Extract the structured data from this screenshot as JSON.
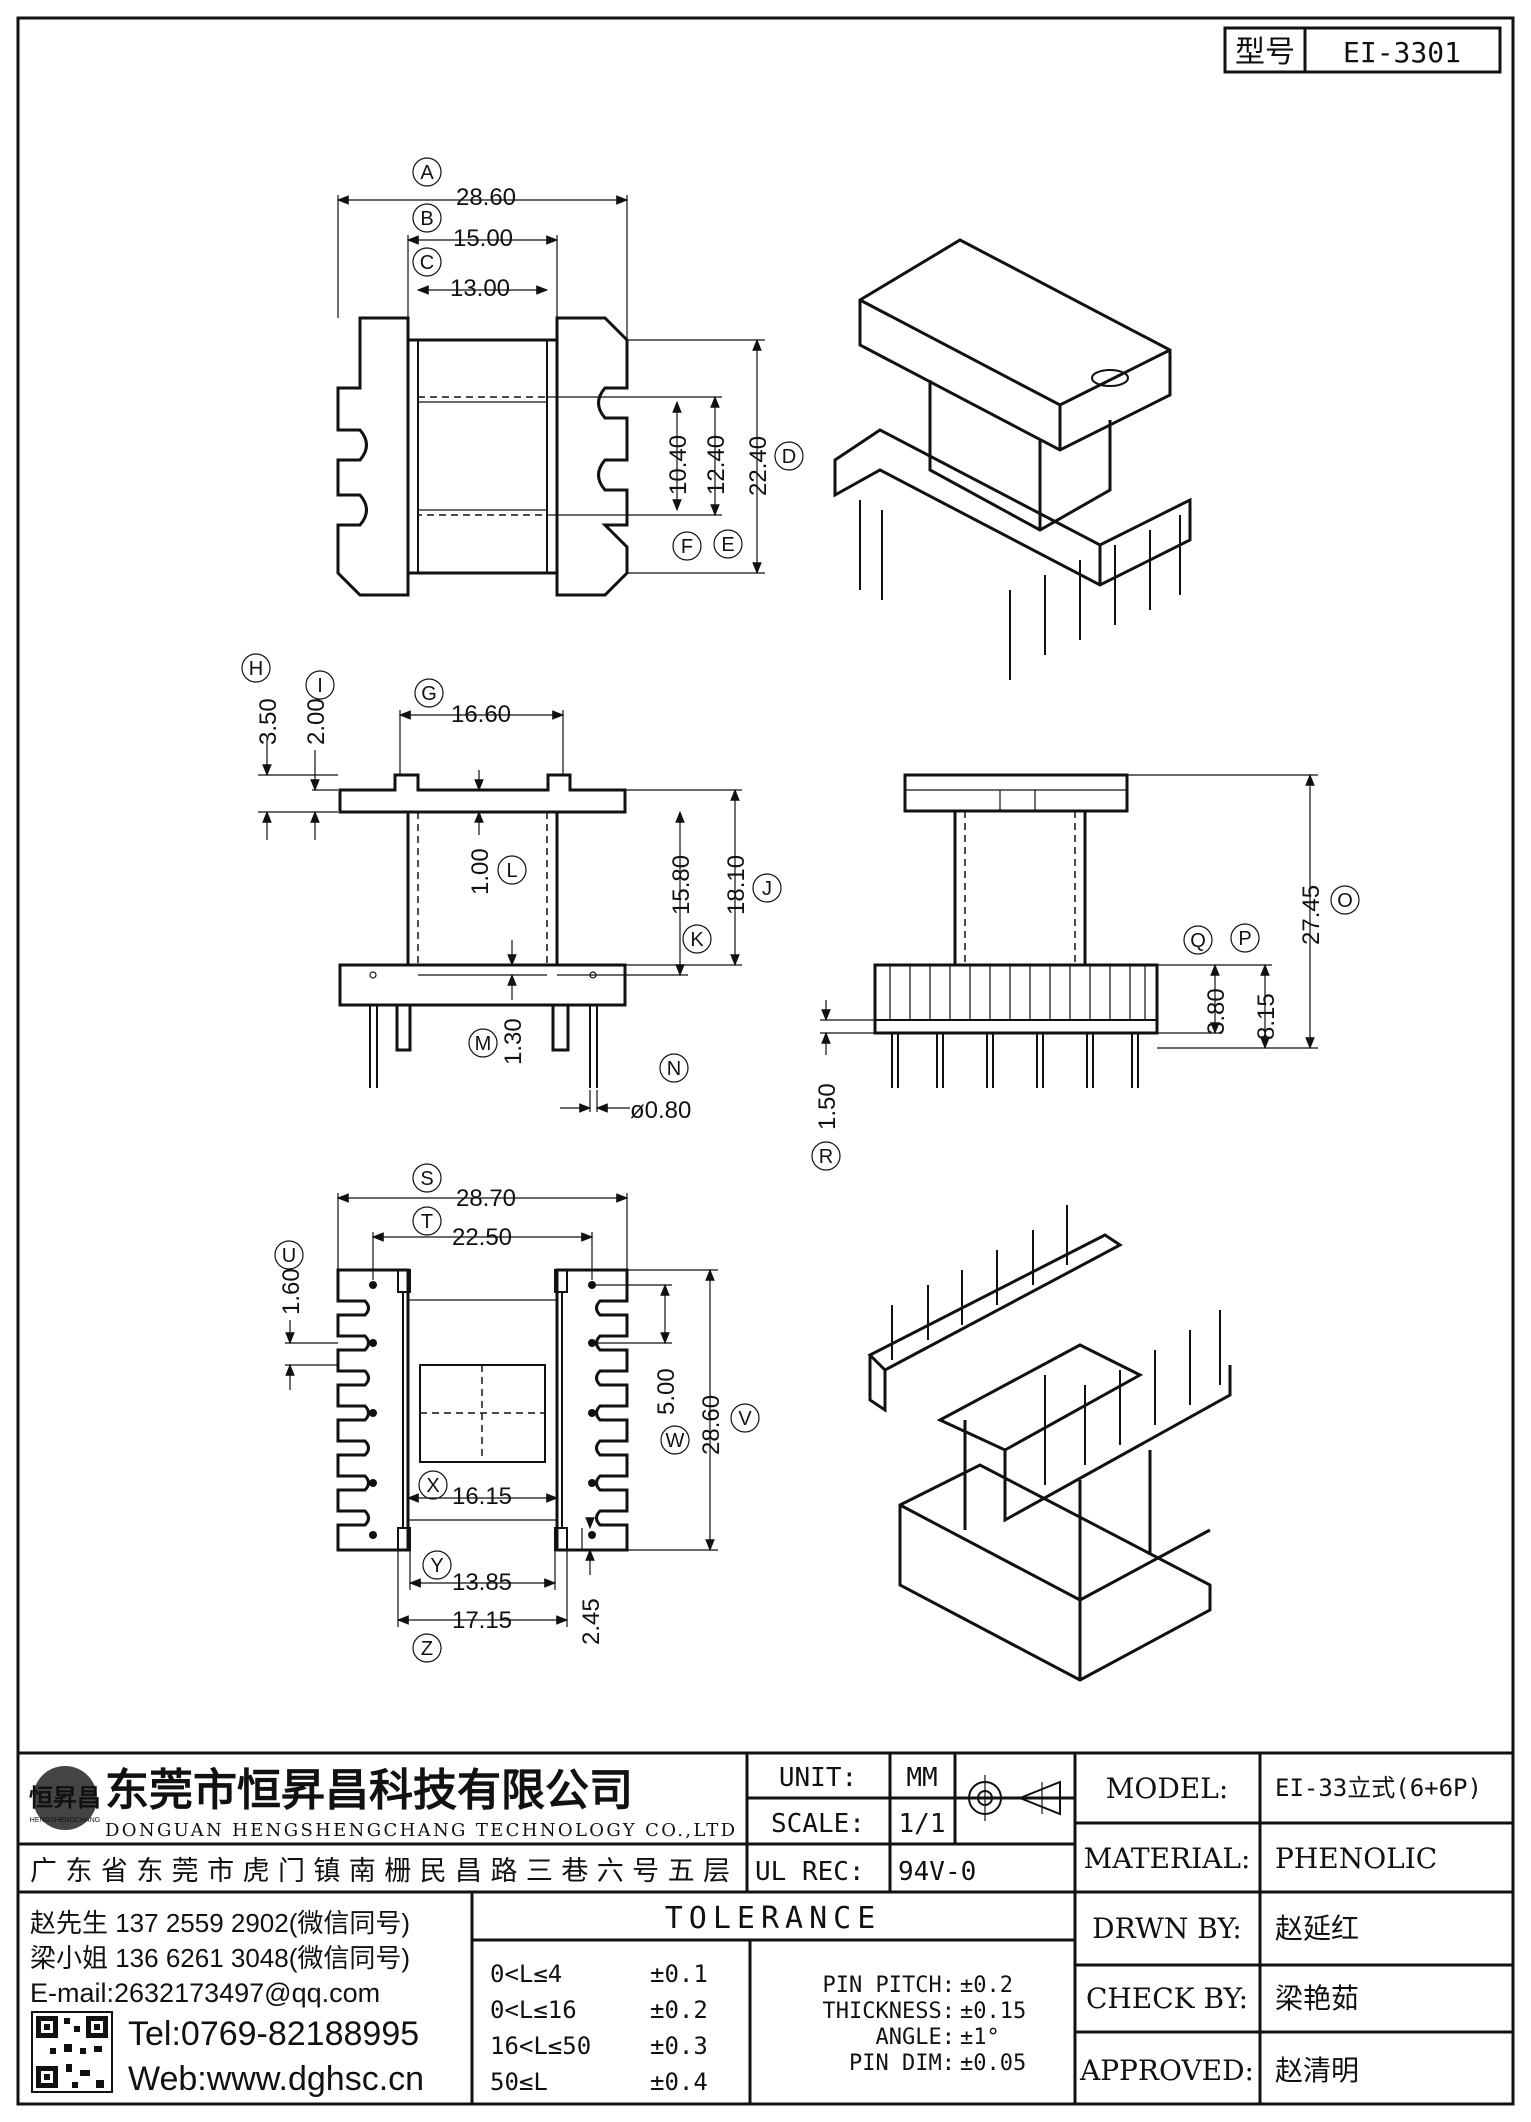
{
  "title_block": {
    "type_label": "型号",
    "type_value": "EI-3301"
  },
  "dimensions": {
    "A": "28.60",
    "B": "15.00",
    "C": "13.00",
    "D": "22.40",
    "E": "12.40",
    "F": "10.40",
    "G": "16.60",
    "H": "3.50",
    "I": "2.00",
    "J": "18.10",
    "K": "15.80",
    "L": "1.00",
    "M": "1.30",
    "N": "ø0.80",
    "O": "27.45",
    "P": "8.15",
    "Q": "3.80",
    "R": "1.50",
    "S": "28.70",
    "T": "22.50",
    "U": "1.60",
    "V": "28.60",
    "W": "5.00",
    "X": "16.15",
    "Y": "13.85",
    "Z": "17.15",
    "Z2": "2.45"
  },
  "labels": {
    "A": "A",
    "B": "B",
    "C": "C",
    "D": "D",
    "E": "E",
    "F": "F",
    "G": "G",
    "H": "H",
    "I": "I",
    "J": "J",
    "K": "K",
    "L": "L",
    "M": "M",
    "N": "N",
    "O": "O",
    "P": "P",
    "Q": "Q",
    "R": "R",
    "S": "S",
    "T": "T",
    "U": "U",
    "V": "V",
    "W": "W",
    "X": "X",
    "Y": "Y",
    "Z": "Z"
  },
  "company": {
    "logo_text": "恒昇昌",
    "logo_sub": "HENGSHENGCHANG",
    "name_cn": "东莞市恒昇昌科技有限公司",
    "name_en": "DONGUAN HENGSHENGCHANG TECHNOLOGY CO.,LTD",
    "address": "广东省东莞市虎门镇南栅民昌路三巷六号五层",
    "contact1": "赵先生 137 2559 2902(微信同号)",
    "contact2": "梁小姐 136 6261 3048(微信同号)",
    "email": "E-mail:2632173497@qq.com",
    "tel": "Tel:0769-82188995",
    "web": "Web:www.dghsc.cn"
  },
  "spec": {
    "unit_label": "UNIT:",
    "unit_value": "MM",
    "scale_label": "SCALE:",
    "scale_value": "1/1",
    "ulrec_label": "UL REC:",
    "ulrec_value": "94V-0",
    "model_label": "MODEL:",
    "model_value": "EI-33立式(6+6P)",
    "material_label": "MATERIAL:",
    "material_value": "PHENOLIC",
    "drwn_label": "DRWN BY:",
    "drwn_value": "赵延红",
    "check_label": "CHECK BY:",
    "check_value": "梁艳茹",
    "approved_label": "APPROVED:",
    "approved_value": "赵清明"
  },
  "tolerance": {
    "title": "TOLERANCE",
    "rows": [
      {
        "range": "0<L≤4",
        "tol": "±0.1"
      },
      {
        "range": "0<L≤16",
        "tol": "±0.2"
      },
      {
        "range": "16<L≤50",
        "tol": "±0.3"
      },
      {
        "range": "50≤L",
        "tol": "±0.4"
      }
    ],
    "extra": [
      {
        "label": "PIN PITCH:",
        "tol": "±0.2"
      },
      {
        "label": "THICKNESS:",
        "tol": "±0.15"
      },
      {
        "label": "ANGLE:",
        "tol": "±1°"
      },
      {
        "label": "PIN DIM:",
        "tol": "±0.05"
      }
    ]
  }
}
